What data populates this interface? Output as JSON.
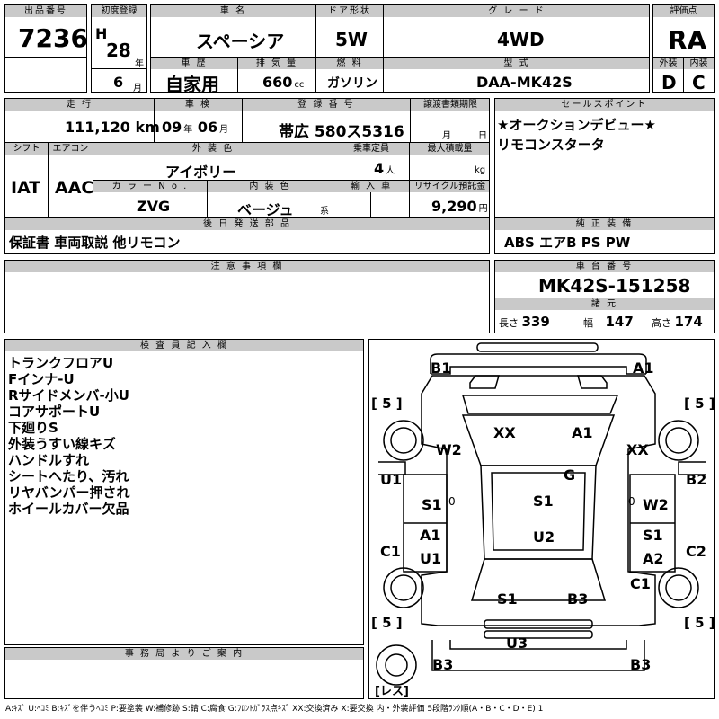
{
  "header": {
    "lot_label": "出品番号",
    "lot_no": "7236",
    "reg_label": "初度登録",
    "era": "H",
    "reg_year": "28",
    "year_unit": "年",
    "reg_month": "6",
    "month_unit": "月",
    "car_name_label": "車 名",
    "car_name": "スペーシア",
    "door_label": "ドア形状",
    "door": "5W",
    "grade_label": "グ レ ー ド",
    "grade": "4WD",
    "score_label": "評価点",
    "score": "RA",
    "history_label": "車 歴",
    "history": "自家用",
    "disp_label": "排 気 量",
    "disp": "660",
    "disp_unit": "cc",
    "fuel_label": "燃 料",
    "fuel": "ガソリン",
    "model_label": "型 式",
    "model": "DAA-MK42S",
    "ext_label": "外装",
    "ext": "D",
    "int_label": "内装",
    "int": "C"
  },
  "row2": {
    "mileage_label": "走 行",
    "mileage": "111,120",
    "mileage_unit": "km",
    "inspection_label": "車 検",
    "insp_year": "09",
    "insp_year_unit": "年",
    "insp_month": "06",
    "insp_month_unit": "月",
    "plate_label": "登 録 番 号",
    "plate": "帯広 580ス5316",
    "transfer_label": "譲渡書類期限",
    "transfer_month_unit": "月",
    "transfer_day_unit": "日",
    "sales_label": "セールスポイント",
    "sales": [
      "★オークションデビュー★",
      "リモコンスタータ"
    ],
    "shift_label": "シフト",
    "shift": "IAT",
    "ac_label": "エアコン",
    "ac": "AAC",
    "color_label": "外 装 色",
    "color": "アイボリー",
    "capacity_label": "乗車定員",
    "capacity": "4",
    "capacity_unit": "人",
    "load_label": "最大積載量",
    "load_unit": "kg",
    "color_no_label": "カ ラ ー N o .",
    "color_no": "ZVG",
    "int_color_label": "内 装 色",
    "int_color": "ベージュ",
    "int_color_unit": "系",
    "import_label": "輸 入 車",
    "recycle_label": "リサイクル預託金",
    "recycle": "9,290",
    "recycle_unit": "円"
  },
  "parts": {
    "label": "後 日 発 送 部 品",
    "value": "保証書 車両取説 他リモコン"
  },
  "equipment": {
    "label": "純 正 装 備",
    "value": "ABS エアB PS PW"
  },
  "notes": {
    "label": "注 意 事 項 欄"
  },
  "chassis": {
    "label": "車 台 番 号",
    "value": "MK42S-151258",
    "spec_label": "諸 元",
    "len_label": "長さ",
    "len": "339",
    "wid_label": "幅",
    "wid": "147",
    "hgt_label": "高さ",
    "hgt": "174"
  },
  "inspector": {
    "label": "検 査 員 記 入 欄",
    "lines": [
      "トランクフロアU",
      "Fインナ-U",
      "Rサイドメンバ-小U",
      "コアサポートU",
      "下廻りS",
      "外装うすい線キズ",
      "ハンドルすれ",
      "シートへたり、汚れ",
      "リヤバンパー押され",
      "ホイールカバー欠品"
    ]
  },
  "office": {
    "label": "事 務 局 よ り ご 案 内"
  },
  "diagram": {
    "marks": {
      "B1": "B1",
      "A1_top": "A1",
      "XX_l": "XX",
      "A1_c": "A1",
      "W2_l": "W2",
      "XX_r": "XX",
      "G": "G",
      "U1": "U1",
      "B2": "B2",
      "S1_l": "S1",
      "zero_l": "0",
      "S1_c": "S1",
      "zero_r": "0",
      "W2_r": "W2",
      "A1_l": "A1",
      "S1_r": "S1",
      "U1_l2": "U1",
      "U2": "U2",
      "A2": "A2",
      "C1_l": "C1",
      "C2": "C2",
      "C1_r": "C1",
      "S1_b": "S1",
      "B3_c": "B3",
      "U3": "U3",
      "B3_l": "B3",
      "B3_r": "B3"
    },
    "tire_tl": "[ 5 ]",
    "tire_tr": "[ 5 ]",
    "tire_bl": "[ 5 ]",
    "tire_br": "[ 5 ]",
    "spare": "[レス]"
  },
  "legend": "A:ｷｽﾞ U:ﾍｺﾐ B:ｷｽﾞを伴うﾍｺﾐ P:要塗装 W:補修跡 S:錆 C:腐食 G:ﾌﾛﾝﾄｶﾞﾗｽ点ｷｽﾞ XX:交換済み X:要交換 内・外装評価 5段階ﾗﾝｸ順(A・B・C・D・E) 1"
}
